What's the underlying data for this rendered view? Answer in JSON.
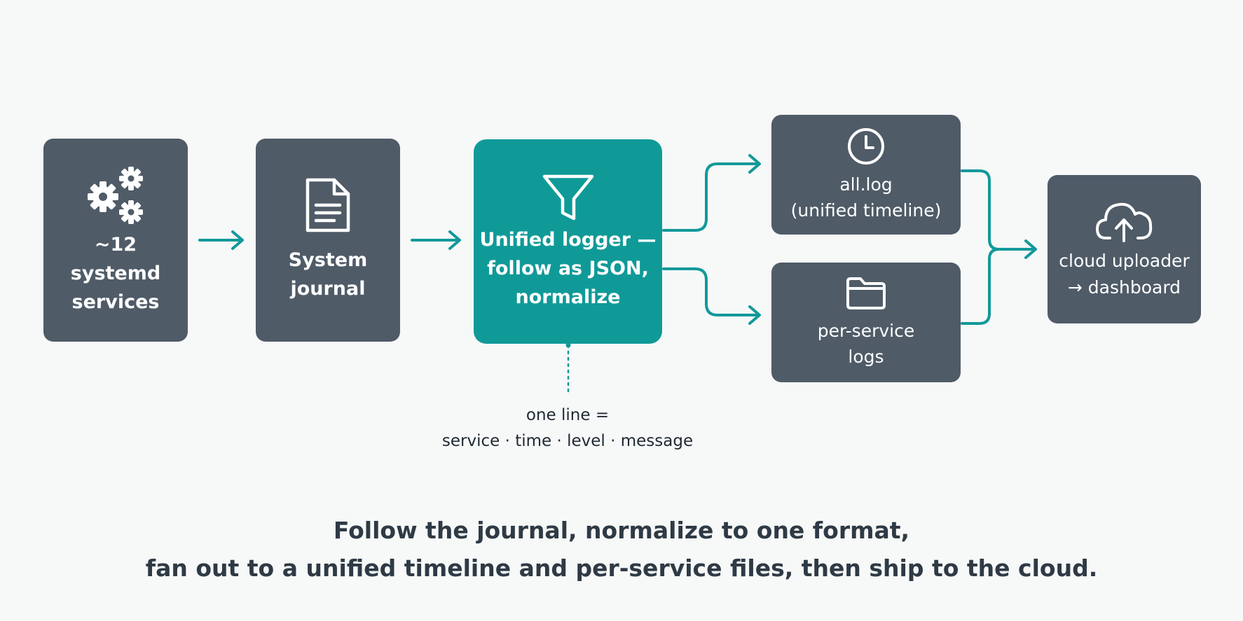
{
  "nodes": {
    "services": {
      "label": "~12\nsystemd\nservices",
      "icon": "gears-icon"
    },
    "journal": {
      "label": "System\njournal",
      "icon": "document-icon"
    },
    "logger": {
      "label": "Unified logger —\nfollow as JSON,\nnormalize",
      "icon": "funnel-icon"
    },
    "alllog": {
      "label": "all.log\n(unified timeline)",
      "icon": "clock-icon"
    },
    "perservice": {
      "label": "per-service\nlogs",
      "icon": "folder-icon"
    },
    "uploader": {
      "label": "cloud uploader\n→ dashboard",
      "icon": "cloud-upload-icon"
    }
  },
  "note": "one line =\nservice · time · level · message",
  "caption": {
    "line1": "Follow the journal, normalize to one format,",
    "line2": "fan out to a unified timeline and per-service files, then ship to the cloud."
  },
  "colors": {
    "node": "#4f5b67",
    "accent": "#0f9a98",
    "arrow": "#12999a",
    "background": "#f7f8f8"
  }
}
